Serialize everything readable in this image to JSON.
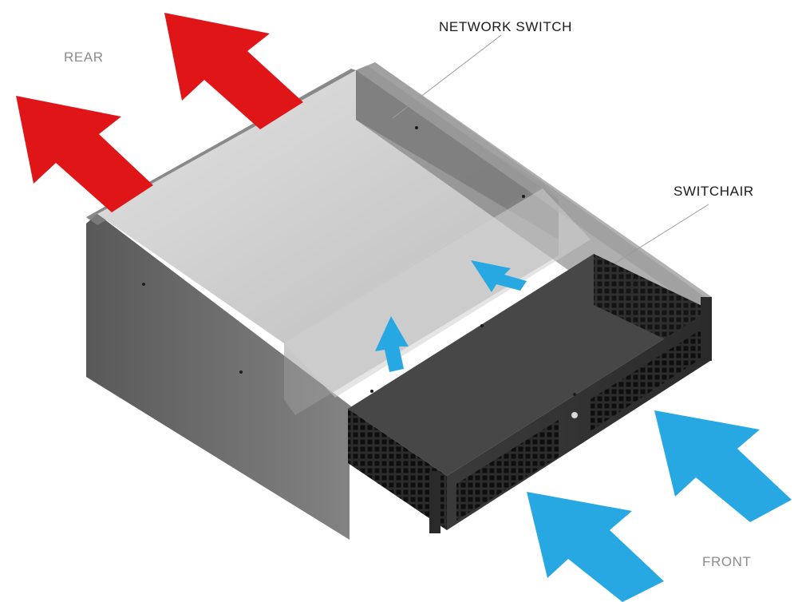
{
  "labels": {
    "rear": "REAR",
    "front": "FRONT",
    "network_switch": "NETWORK SWITCH",
    "switchair": "SWITCHAIR"
  },
  "colors": {
    "exhaust_arrow": "#e01518",
    "intake_arrow": "#27a8e2",
    "chassis_dark": "#3d3d3d",
    "chassis_translucent": "#8a8a8a",
    "chassis_top": "#c8c8c8",
    "label_dark": "#1a1a1a",
    "label_gray": "#8c8c8c",
    "leader_line": "#9a9a9a"
  },
  "icons": {
    "exhaust": "arrow-up-left-icon",
    "intake": "arrow-up-left-icon",
    "airflow": "arrow-up-right-icon"
  }
}
